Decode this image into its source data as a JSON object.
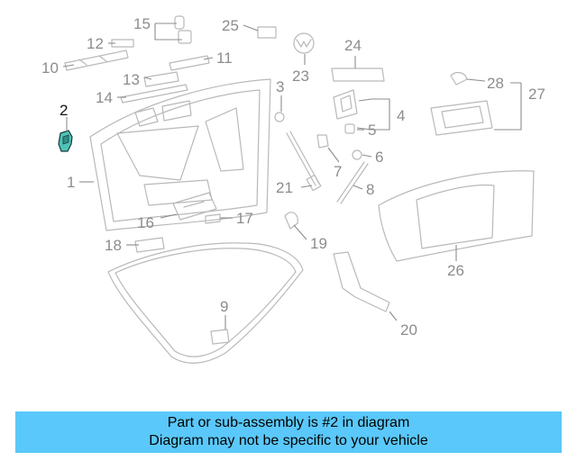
{
  "diagram": {
    "callouts": [
      {
        "id": "1",
        "text": "1"
      },
      {
        "id": "2",
        "text": "2"
      },
      {
        "id": "3",
        "text": "3"
      },
      {
        "id": "4",
        "text": "4"
      },
      {
        "id": "5",
        "text": "5"
      },
      {
        "id": "6",
        "text": "6"
      },
      {
        "id": "7",
        "text": "7"
      },
      {
        "id": "8",
        "text": "8"
      },
      {
        "id": "9",
        "text": "9"
      },
      {
        "id": "10",
        "text": "10"
      },
      {
        "id": "11",
        "text": "11"
      },
      {
        "id": "12",
        "text": "12"
      },
      {
        "id": "13",
        "text": "13"
      },
      {
        "id": "14",
        "text": "14"
      },
      {
        "id": "15",
        "text": "15"
      },
      {
        "id": "16",
        "text": "16"
      },
      {
        "id": "17",
        "text": "17"
      },
      {
        "id": "18",
        "text": "18"
      },
      {
        "id": "19",
        "text": "19"
      },
      {
        "id": "20",
        "text": "20"
      },
      {
        "id": "21",
        "text": "21"
      },
      {
        "id": "23",
        "text": "23"
      },
      {
        "id": "24",
        "text": "24"
      },
      {
        "id": "25",
        "text": "25"
      },
      {
        "id": "26",
        "text": "26"
      },
      {
        "id": "27",
        "text": "27"
      },
      {
        "id": "28",
        "text": "28"
      }
    ],
    "highlighted_part": "2",
    "colors": {
      "banner": "#5ac8fa",
      "highlight": "#4fc3b8",
      "part_stroke": "#b9b9b9",
      "callout": "#8c8c8c"
    }
  },
  "banner": {
    "line1": "Part or sub-assembly is #2 in diagram",
    "line2": "Diagram may not be specific to your vehicle"
  }
}
